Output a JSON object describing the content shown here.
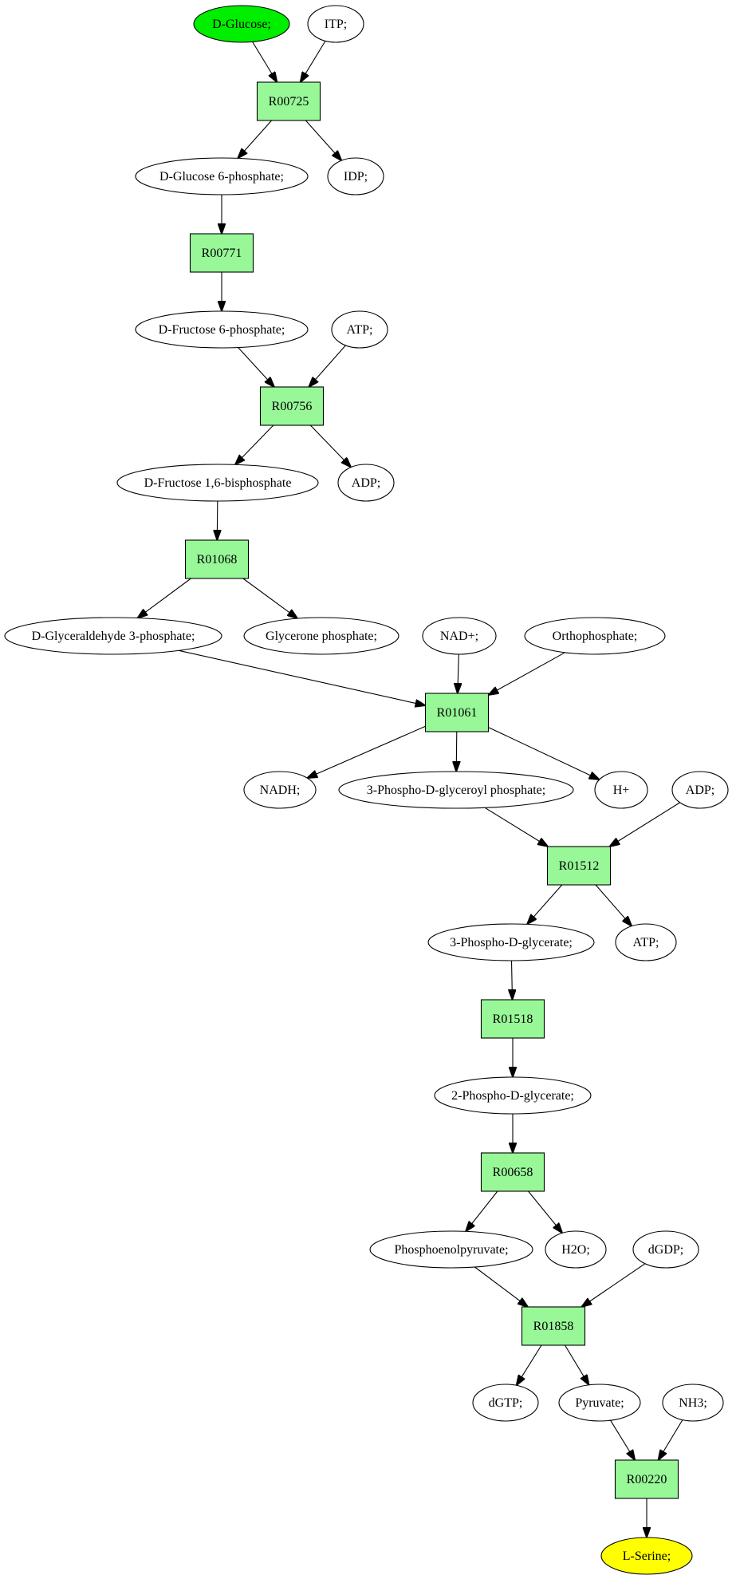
{
  "colors": {
    "background": "#ffffff",
    "compound_fill": "#ffffff",
    "reaction_fill": "#98f898",
    "start_fill": "#00ee00",
    "end_fill": "#ffff00",
    "stroke": "#000000"
  },
  "nodes": [
    {
      "id": "c_glucose",
      "kind": "compound",
      "role": "start",
      "label": "D-Glucose;"
    },
    {
      "id": "c_itp",
      "kind": "compound",
      "label": "ITP;"
    },
    {
      "id": "r_R00725",
      "kind": "reaction",
      "label": "R00725"
    },
    {
      "id": "c_g6p",
      "kind": "compound",
      "label": "D-Glucose 6-phosphate;"
    },
    {
      "id": "c_idp",
      "kind": "compound",
      "label": "IDP;"
    },
    {
      "id": "r_R00771",
      "kind": "reaction",
      "label": "R00771"
    },
    {
      "id": "c_f6p",
      "kind": "compound",
      "label": "D-Fructose 6-phosphate;"
    },
    {
      "id": "c_atp1",
      "kind": "compound",
      "label": "ATP;"
    },
    {
      "id": "r_R00756",
      "kind": "reaction",
      "label": "R00756"
    },
    {
      "id": "c_fbp",
      "kind": "compound",
      "label": "D-Fructose 1,6-bisphosphate"
    },
    {
      "id": "c_adp1",
      "kind": "compound",
      "label": "ADP;"
    },
    {
      "id": "r_R01068",
      "kind": "reaction",
      "label": "R01068"
    },
    {
      "id": "c_gap",
      "kind": "compound",
      "label": "D-Glyceraldehyde 3-phosphate;"
    },
    {
      "id": "c_dhap",
      "kind": "compound",
      "label": "Glycerone phosphate;"
    },
    {
      "id": "c_nad",
      "kind": "compound",
      "label": "NAD+;"
    },
    {
      "id": "c_pi",
      "kind": "compound",
      "label": "Orthophosphate;"
    },
    {
      "id": "r_R01061",
      "kind": "reaction",
      "label": "R01061"
    },
    {
      "id": "c_nadh",
      "kind": "compound",
      "label": "NADH;"
    },
    {
      "id": "c_bpg",
      "kind": "compound",
      "label": "3-Phospho-D-glyceroyl phosphate;"
    },
    {
      "id": "c_h",
      "kind": "compound",
      "label": "H+"
    },
    {
      "id": "c_adp2",
      "kind": "compound",
      "label": "ADP;"
    },
    {
      "id": "r_R01512",
      "kind": "reaction",
      "label": "R01512"
    },
    {
      "id": "c_3pg",
      "kind": "compound",
      "label": "3-Phospho-D-glycerate;"
    },
    {
      "id": "c_atp2",
      "kind": "compound",
      "label": "ATP;"
    },
    {
      "id": "r_R01518",
      "kind": "reaction",
      "label": "R01518"
    },
    {
      "id": "c_2pg",
      "kind": "compound",
      "label": "2-Phospho-D-glycerate;"
    },
    {
      "id": "r_R00658",
      "kind": "reaction",
      "label": "R00658"
    },
    {
      "id": "c_pep",
      "kind": "compound",
      "label": "Phosphoenolpyruvate;"
    },
    {
      "id": "c_h2o",
      "kind": "compound",
      "label": "H2O;"
    },
    {
      "id": "c_dgdp",
      "kind": "compound",
      "label": "dGDP;"
    },
    {
      "id": "r_R01858",
      "kind": "reaction",
      "label": "R01858"
    },
    {
      "id": "c_dgtp",
      "kind": "compound",
      "label": "dGTP;"
    },
    {
      "id": "c_pyr",
      "kind": "compound",
      "label": "Pyruvate;"
    },
    {
      "id": "c_nh3",
      "kind": "compound",
      "label": "NH3;"
    },
    {
      "id": "r_R00220",
      "kind": "reaction",
      "label": "R00220"
    },
    {
      "id": "c_ser",
      "kind": "compound",
      "role": "end",
      "label": "L-Serine;"
    }
  ],
  "edges": [
    {
      "from": "c_glucose",
      "to": "r_R00725"
    },
    {
      "from": "c_itp",
      "to": "r_R00725"
    },
    {
      "from": "r_R00725",
      "to": "c_g6p"
    },
    {
      "from": "r_R00725",
      "to": "c_idp"
    },
    {
      "from": "c_g6p",
      "to": "r_R00771"
    },
    {
      "from": "r_R00771",
      "to": "c_f6p"
    },
    {
      "from": "c_f6p",
      "to": "r_R00756"
    },
    {
      "from": "c_atp1",
      "to": "r_R00756"
    },
    {
      "from": "r_R00756",
      "to": "c_fbp"
    },
    {
      "from": "r_R00756",
      "to": "c_adp1"
    },
    {
      "from": "c_fbp",
      "to": "r_R01068"
    },
    {
      "from": "r_R01068",
      "to": "c_gap"
    },
    {
      "from": "r_R01068",
      "to": "c_dhap"
    },
    {
      "from": "c_gap",
      "to": "r_R01061"
    },
    {
      "from": "c_nad",
      "to": "r_R01061"
    },
    {
      "from": "c_pi",
      "to": "r_R01061"
    },
    {
      "from": "r_R01061",
      "to": "c_nadh"
    },
    {
      "from": "r_R01061",
      "to": "c_bpg"
    },
    {
      "from": "r_R01061",
      "to": "c_h"
    },
    {
      "from": "c_bpg",
      "to": "r_R01512"
    },
    {
      "from": "c_adp2",
      "to": "r_R01512"
    },
    {
      "from": "r_R01512",
      "to": "c_3pg"
    },
    {
      "from": "r_R01512",
      "to": "c_atp2"
    },
    {
      "from": "c_3pg",
      "to": "r_R01518"
    },
    {
      "from": "r_R01518",
      "to": "c_2pg"
    },
    {
      "from": "c_2pg",
      "to": "r_R00658"
    },
    {
      "from": "r_R00658",
      "to": "c_pep"
    },
    {
      "from": "r_R00658",
      "to": "c_h2o"
    },
    {
      "from": "c_pep",
      "to": "r_R01858"
    },
    {
      "from": "c_dgdp",
      "to": "r_R01858"
    },
    {
      "from": "r_R01858",
      "to": "c_dgtp"
    },
    {
      "from": "r_R01858",
      "to": "c_pyr"
    },
    {
      "from": "c_pyr",
      "to": "r_R00220"
    },
    {
      "from": "c_nh3",
      "to": "r_R00220"
    },
    {
      "from": "r_R00220",
      "to": "c_ser"
    }
  ]
}
